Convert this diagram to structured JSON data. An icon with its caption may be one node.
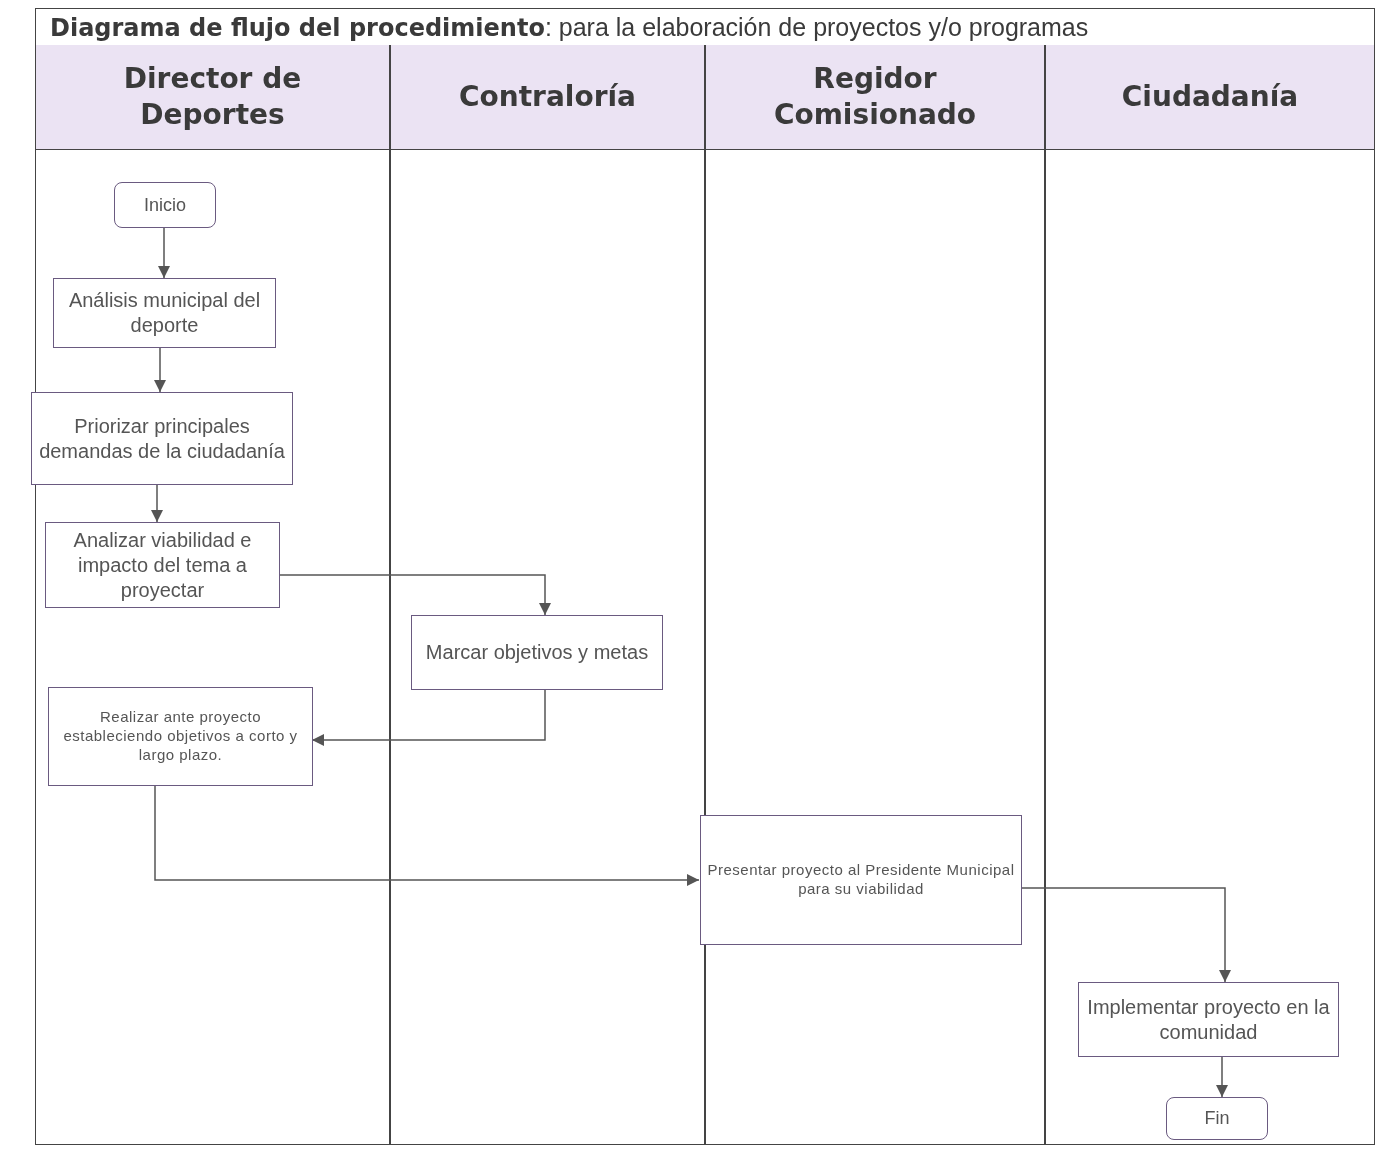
{
  "diagram": {
    "title": "**Diagrama de flujo del procedimiento**: para la elaboración de proyectos y/o programas",
    "nodes": [
      {
        "text": [
          "Director de Deportes"
        ]
      },
      {
        "text": [
          "Contraloría"
        ]
      },
      {
        "text": [
          "Regidor Comisionado"
        ]
      },
      {
        "text": [
          "Ciudadanía"
        ]
      },
      {
        "text": [
          "Inicio"
        ],
        "in": 0
      },
      {
        "text": [
          "Análisis municipal del deporte"
        ],
        "in": 0
      },
      {
        "text": [
          "Priorizar principales demandas de la ciudadanía"
        ],
        "in": 0
      },
      {
        "text": [
          "Analizar viabilidad e impacto del tema a proyectar"
        ],
        "in": 0
      },
      {
        "text": [
          "Marcar objetivos y metas"
        ],
        "in": 1
      },
      {
        "text": [
          "Realizar ante proyecto estableciendo objetivos a corto y largo plazo."
        ],
        "in": 0
      },
      {
        "text": [
          "Presentar proyecto al Presidente Municipal para su viabilidad"
        ],
        "in": 2
      },
      {
        "text": [
          "Implementar proyecto en la comunidad"
        ],
        "in": 3
      },
      {
        "text": [
          "Fin"
        ],
        "in": 3
      }
    ],
    "edges": [
      {
        "from": 4,
        "to": 5,
        "arrow": "to"
      },
      {
        "from": 5,
        "to": 6,
        "arrow": "to"
      },
      {
        "from": 6,
        "to": 7,
        "arrow": "to"
      },
      {
        "from": 7,
        "to": 8,
        "arrow": "to"
      },
      {
        "from": 8,
        "to": 9,
        "arrow": "to"
      },
      {
        "from": 9,
        "to": 10,
        "arrow": "to"
      },
      {
        "from": 10,
        "to": 11,
        "arrow": "to"
      },
      {
        "from": 11,
        "to": 12,
        "arrow": "to"
      }
    ]
  }
}
